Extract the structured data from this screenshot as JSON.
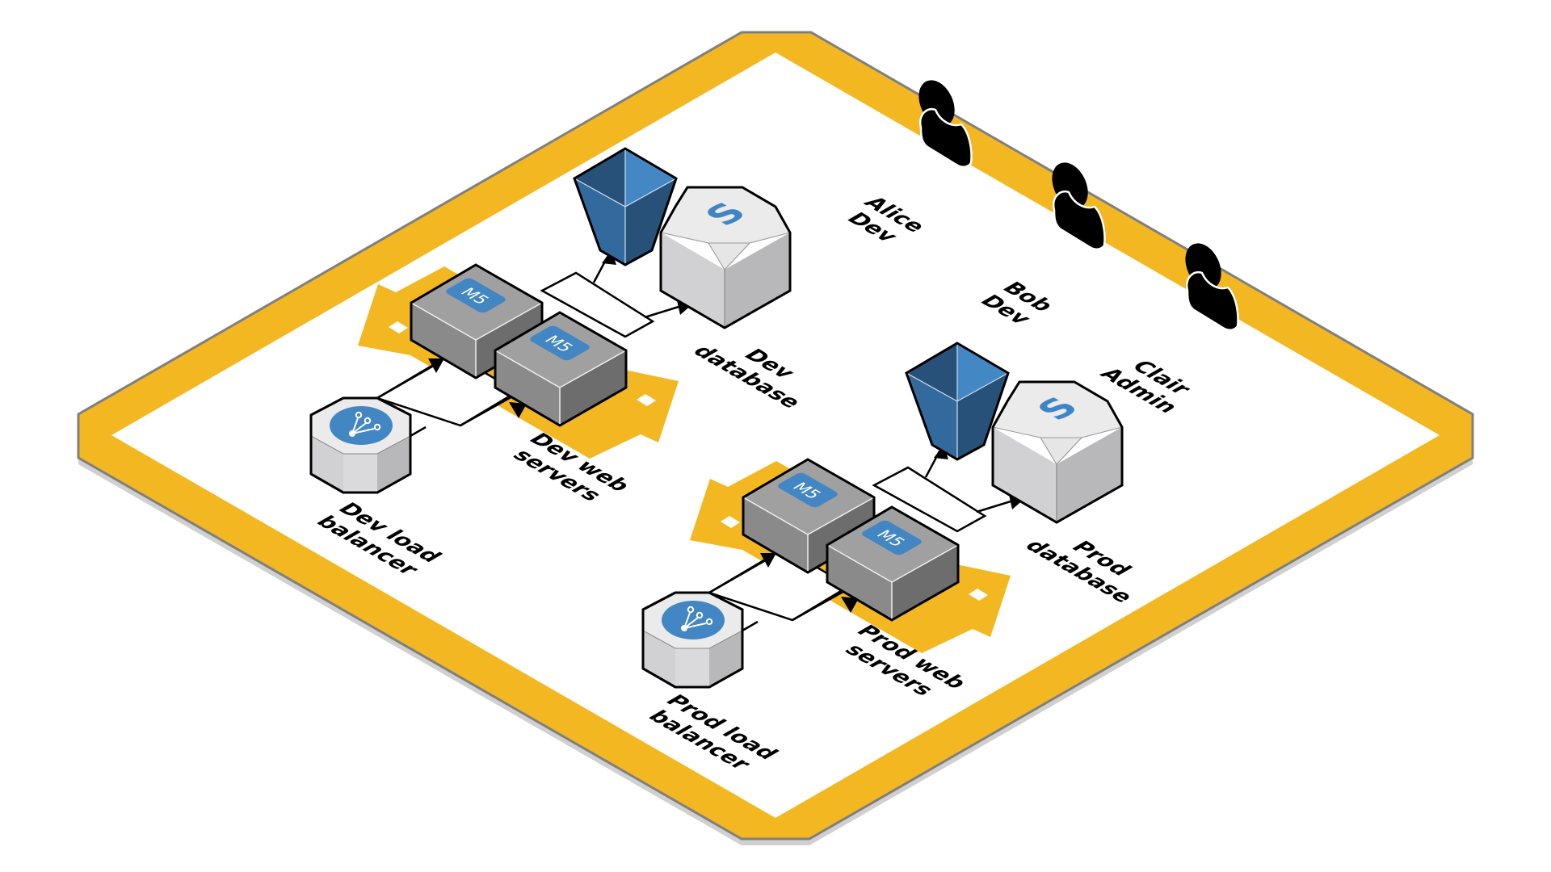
{
  "diagram": {
    "type": "isometric-architecture",
    "colors": {
      "boundary": "#F3B722",
      "boundary_edge": "#7f7f7f",
      "floor": "#ffffff",
      "server_top": "#a0a0a0",
      "server_left": "#8a8a8a",
      "server_right": "#6d6d6d",
      "badge": "#4286C3",
      "bucket_dark": "#28517A",
      "bucket_mid": "#336A9E",
      "bucket_light": "#4487C5",
      "db_top": "#ebebeb",
      "db_left": "#d1d1d3",
      "db_right": "#b8b8ba",
      "db_letter": "#3f85c5",
      "person": "#000000"
    },
    "environments": [
      {
        "id": "dev",
        "load_balancer_label": [
          "Dev load",
          "balancer"
        ],
        "servers_label": [
          "Dev web",
          "servers"
        ],
        "server_badges": [
          "M5",
          "M5"
        ],
        "database_label": [
          "Dev",
          "database"
        ],
        "database_icon": "S"
      },
      {
        "id": "prod",
        "load_balancer_label": [
          "Prod load",
          "balancer"
        ],
        "servers_label": [
          "Prod web",
          "servers"
        ],
        "server_badges": [
          "M5",
          "M5"
        ],
        "database_label": [
          "Prod",
          "database"
        ],
        "database_icon": "S"
      }
    ],
    "users": [
      {
        "name": "Alice",
        "role": "Dev"
      },
      {
        "name": "Bob",
        "role": "Dev"
      },
      {
        "name": "Clair",
        "role": "Admin"
      }
    ],
    "icons": {
      "load_balancer": "load-balancer-icon",
      "server": "ec2-instance-icon",
      "bucket": "s3-bucket-icon",
      "database": "database-icon",
      "user": "user-icon"
    }
  }
}
